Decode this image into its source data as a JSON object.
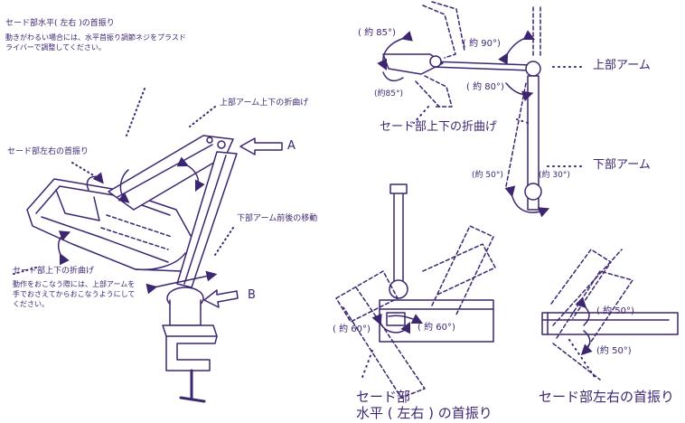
{
  "left_labels": {
    "shade_horizontal": "セード部水平( 左右 )の首振り",
    "shade_horizontal_note": "動きがわるい場合には、水平首振り調節ネジをプラスドライバーで調整してください。",
    "upper_arm_fold": "上部アーム上下の折曲げ",
    "shade_lr": "セード部左右の首振り",
    "arrow_a": "A",
    "lower_arm_move": "下部アーム前後の移動",
    "shade_updown": "セード部上下の折曲げ",
    "shade_updown_note": "動作をおこなう際には、上部アームを手でおさえてからおこなうようにしてください。",
    "arrow_b": "B"
  },
  "right_top": {
    "angle_85_top": "( 約 85°)",
    "angle_85_bottom": "(約85°)",
    "angle_90": "( 約 90°)",
    "angle_80": "( 約 80°)",
    "upper_arm": "上部アーム",
    "shade_updown": "セード部上下の折曲げ",
    "lower_arm": "下部アーム",
    "angle_50": "(約 50°)",
    "angle_30": "(約 30°)"
  },
  "right_bottom": {
    "angle_60_left": "( 約 60°)",
    "angle_60_right": "( 約 60°)",
    "caption_horizontal_line1": "セード部",
    "caption_horizontal_line2": "水平 ( 左右 ) の首振り",
    "angle_50_top": "( 約 50°)",
    "angle_50_bottom": "(約 50°)",
    "caption_lr": "セード部左右の首振り"
  },
  "colors": {
    "ink": "#3d2670",
    "fill_light": "#ffffff"
  }
}
